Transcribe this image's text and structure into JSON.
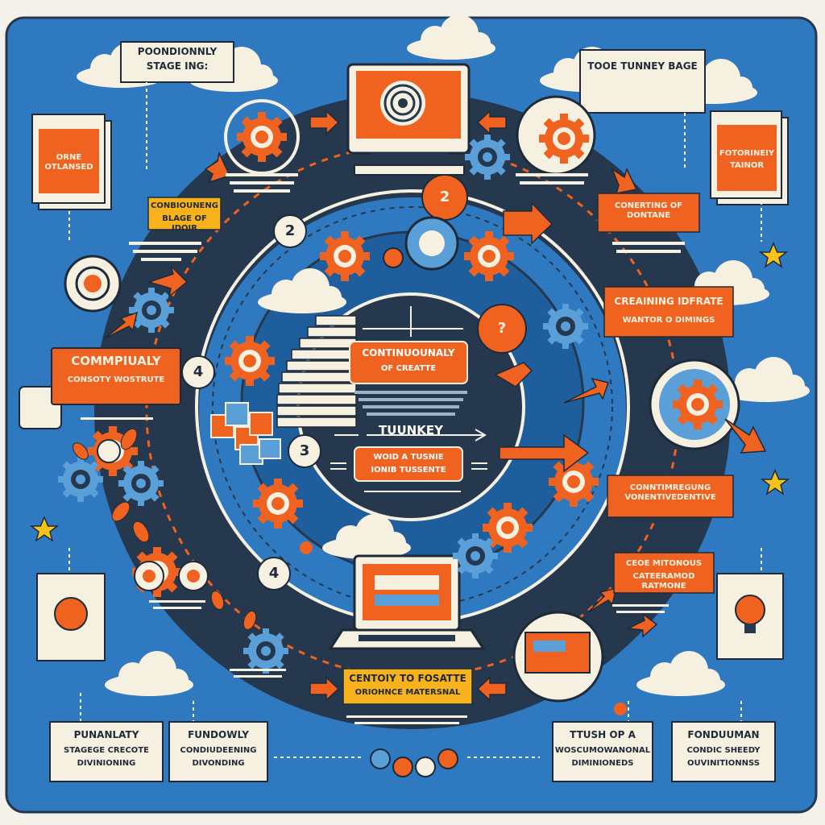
{
  "colors": {
    "background": "#2e79bf",
    "ring_dark": "#26384d",
    "orange": "#f0621f",
    "yellow": "#f8b21c",
    "cream": "#f6f0e1",
    "light_blue": "#5b9fd9"
  },
  "icons": [
    "monitor-icon",
    "laptop-icon",
    "gear-icon",
    "star-icon",
    "cloud-icon",
    "lightbulb-icon",
    "arrow-icon",
    "staircase-icon",
    "target-icon"
  ],
  "labels": {
    "top_left_card_title": "POONDIONNLY",
    "top_left_card_sub": "STAGE ING:",
    "top_right_card_title": "TOOE TUNNEY BAGE",
    "left_orange_card": "ORNE OTLANSED",
    "right_orange_card_title": "FOTORINEIY",
    "right_orange_card_sub": "TAINOR",
    "yellow_label_left_title": "CONBIOUNENG",
    "yellow_label_left_sub": "BLAGE OF IDOIR",
    "left_big_title": "COMMPIUALY",
    "left_big_sub": "CONSOTY WOSTRUTE",
    "right_orange_top_title": "CONERTING OF DONTANE",
    "right_orange_mid_title": "CREAINING IDFRATE",
    "right_orange_mid_sub": "WANTOR O DIMINGS",
    "right_orange_lower": "CONNTIMREGUNG VONENTIVEDENTIVE",
    "right_orange_low_title": "CEOE MITONOUS",
    "right_orange_low_sub": "CATEERAMOD RATMONE",
    "center_title_1": "CONTINUOUNALY",
    "center_title_2": "OF CREATTE",
    "center_turnkey": "TUUNKEY",
    "center_bottom_1": "WOID A TUSNIE",
    "center_bottom_2": "IONIB TUSSENTE",
    "bottom_yellow_title": "CENTOIY TO FOSATTE",
    "bottom_yellow_sub": "ORIOHNCE MATERSNAL",
    "bottom_card_1_title": "PUNANLATY",
    "bottom_card_1_sub": "STAGEGE CRECOTE",
    "bottom_card_1_sub2": "DIVINIONING",
    "bottom_card_2_title": "FUNDOWLY",
    "bottom_card_2_sub": "CONDIUDEENING",
    "bottom_card_2_sub2": "DIVONDING",
    "bottom_card_3_title": "TTUSH OP A",
    "bottom_card_3_sub": "WOSCUMOWANONAL",
    "bottom_card_3_sub2": "DIMINIONEDS",
    "bottom_card_4_title": "FONDUUMAN",
    "bottom_card_4_sub": "CONDIC SHEEDY",
    "bottom_card_4_sub2": "OUVINITIONNSS"
  },
  "stage_numbers": [
    "2",
    "2",
    "4",
    "3",
    "4",
    "?"
  ]
}
